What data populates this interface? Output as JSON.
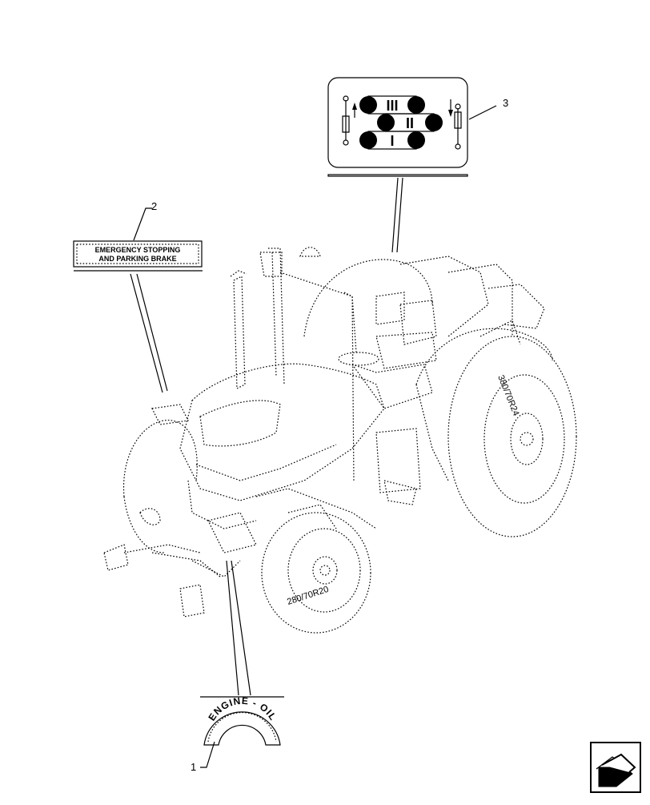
{
  "callouts": [
    {
      "number": "1",
      "decal_text": "ENGINE - OIL"
    },
    {
      "number": "2",
      "decal_text": [
        "EMERGENCY STOPPING",
        "AND PARKING BRAKE"
      ]
    },
    {
      "number": "3",
      "decal_text": [
        "III",
        "II",
        "I"
      ]
    }
  ],
  "tire_markings": {
    "rear": "380/70R24",
    "front": "280/70R20"
  },
  "nav_icon": "next-page-arrow-icon"
}
